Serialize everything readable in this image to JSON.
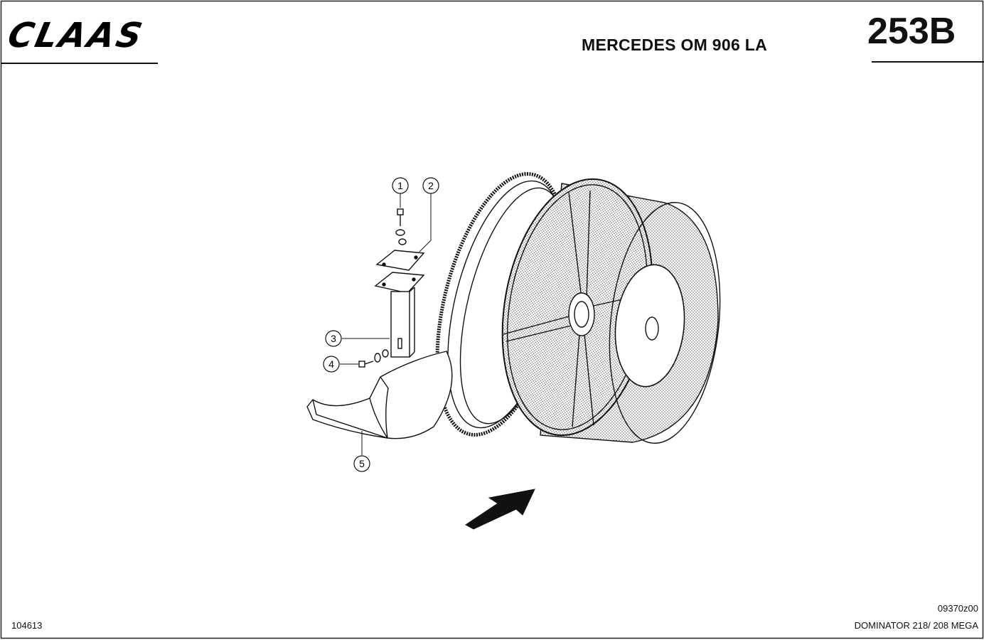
{
  "header": {
    "logo_text": "CLAAS",
    "subtitle": "MERCEDES OM  906 LA",
    "page_number": "253B"
  },
  "footer": {
    "left_code": "104613",
    "drawing_code": "09370z00",
    "model": "DOMINATOR 218/ 208 MEGA"
  },
  "callouts": [
    {
      "label": "1"
    },
    {
      "label": "2"
    },
    {
      "label": "3"
    },
    {
      "label": "4"
    },
    {
      "label": "5"
    }
  ],
  "colors": {
    "ink": "#111111",
    "background": "#ffffff"
  }
}
